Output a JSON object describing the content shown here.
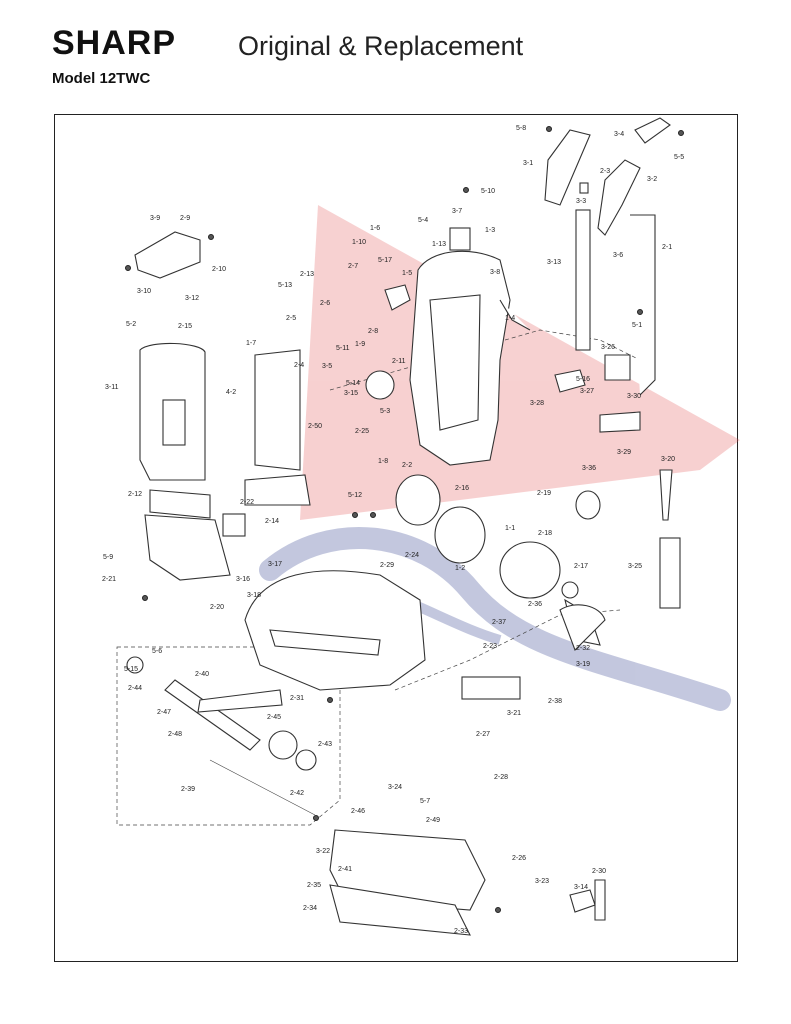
{
  "header": {
    "brand": "SHARP",
    "title": "Original & Replacement",
    "model": "Model 12TWC"
  },
  "watermark": {
    "colors": {
      "arrow": "#e4585b",
      "script": "#2a3a8c"
    }
  },
  "parts": [
    "1-1",
    "1-2",
    "1-3",
    "1-4",
    "1-5",
    "1-6",
    "1-7",
    "1-8",
    "1-9",
    "1-10",
    "1-13",
    "2-1",
    "2-2",
    "2-3",
    "2-4",
    "2-5",
    "2-6",
    "2-7",
    "2-8",
    "2-9",
    "2-10",
    "2-11",
    "2-12",
    "2-13",
    "2-14",
    "2-15",
    "2-16",
    "2-17",
    "2-18",
    "2-19",
    "2-20",
    "2-21",
    "2-22",
    "2-23",
    "2-24",
    "2-25",
    "2-26",
    "2-27",
    "2-28",
    "2-29",
    "2-30",
    "2-31",
    "2-32",
    "2-33",
    "2-34",
    "2-35",
    "2-36",
    "2-37",
    "2-38",
    "2-39",
    "2-40",
    "2-41",
    "2-42",
    "2-43",
    "2-44",
    "2-45",
    "2-46",
    "2-47",
    "2-48",
    "2-49",
    "2-50",
    "3-1",
    "3-2",
    "3-3",
    "3-4",
    "3-5",
    "3-6",
    "3-7",
    "3-8",
    "3-9",
    "3-10",
    "3-11",
    "3-12",
    "3-13",
    "3-14",
    "3-15",
    "3-16",
    "3-17",
    "3-18",
    "3-19",
    "3-20",
    "3-21",
    "3-22",
    "3-23",
    "3-24",
    "3-25",
    "3-26",
    "3-27",
    "3-28",
    "3-29",
    "3-30",
    "3-36",
    "4-2",
    "5-1",
    "5-2",
    "5-3",
    "5-4",
    "5-5",
    "5-6",
    "5-7",
    "5-8",
    "5-9",
    "5-10",
    "5-11",
    "5-12",
    "5-13",
    "5-14",
    "5-15",
    "5-16",
    "5-17"
  ]
}
